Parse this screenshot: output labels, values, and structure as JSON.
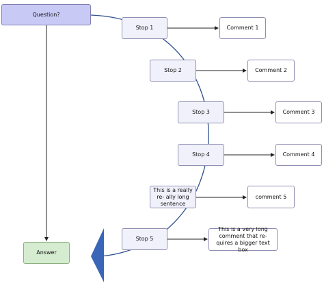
{
  "colors": {
    "question_fill": "#c9c9f6",
    "answer_fill": "#d5ecd0",
    "step_fill": "#f1f1fb",
    "arc": "#2f4f8f",
    "arrowhead": "#3a66b8"
  },
  "nodes": {
    "question": "Question?",
    "answer": "Answer",
    "step1": "Stop 1",
    "step2": "Stop 2",
    "step3": "Stop 3",
    "step4": "Stop 4",
    "long_sentence": "This is a really re- ally long sentence",
    "step5": "Stop 5",
    "comment1": "Comment 1",
    "comment2": "Comment 2",
    "comment3": "Comment 3",
    "comment4": "Comment 4",
    "comment5": "comment 5",
    "comment6": "This is a very long comment that re- quires a bigger text box"
  }
}
